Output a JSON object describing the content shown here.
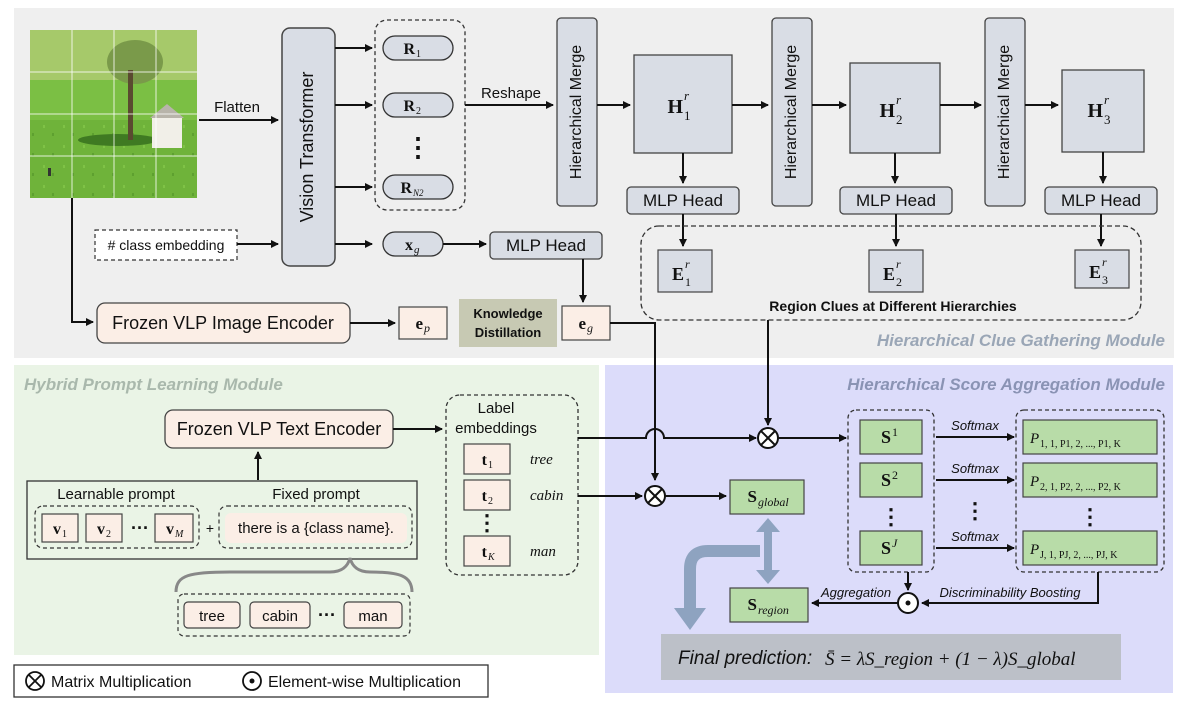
{
  "modules": {
    "hcg": "Hierarchical Clue Gathering Module",
    "hpl": "Hybrid Prompt Learning Module",
    "hsa": "Hierarchical Score Aggregation Module"
  },
  "colors": {
    "hcg_bg": "#efefef",
    "hpl_bg": "#eaf4e6",
    "hsa_bg": "#dcdcfa",
    "hcg_title": "#9aa6b6",
    "hpl_title": "#a9b8ac",
    "hsa_title": "#8a93b4",
    "gray_box": "#d9dde5",
    "peach_box": "#fbeee6",
    "green_box": "#b8dca8",
    "kd_box": "#c7c9b3",
    "final_box": "#bcc0c8",
    "arrow_blue": "#8ea3c0"
  },
  "labels": {
    "flatten": "Flatten",
    "reshape": "Reshape",
    "vision_transformer": "Vision Transformer",
    "hier_merge": "Hierarchical Merge",
    "mlp_head": "MLP Head",
    "class_embedding": "# class embedding",
    "frozen_image_encoder": "Frozen VLP Image Encoder",
    "kd_line1": "Knowledge",
    "kd_line2": "Distillation",
    "region_clues": "Region Clues at Different Hierarchies",
    "frozen_text_encoder": "Frozen VLP Text Encoder",
    "label_emb_1": "Label",
    "label_emb_2": "embeddings",
    "learnable_prompt": "Learnable prompt",
    "fixed_prompt": "Fixed prompt",
    "fixed_prompt_text": "there is a {class name}.",
    "plus": "+",
    "softmax": "Softmax",
    "aggregation": "Aggregation",
    "disc_boost": "Discriminability Boosting",
    "final_prediction": "Final prediction:",
    "legend_matmul": "Matrix Multiplication",
    "legend_elem": "Element-wise Multiplication",
    "ellipsis_h": "···",
    "ellipsis_v": "⋮"
  },
  "classes": [
    "tree",
    "cabin",
    "man"
  ],
  "math": {
    "R1": "R",
    "R1s": "1",
    "R2": "R",
    "R2s": "2",
    "RN": "R",
    "RNs": "N2",
    "xg": "x",
    "xgs": "g",
    "ep": "e",
    "eps": "p",
    "eg": "e",
    "egs": "g",
    "H": "H",
    "Hsup": "r",
    "H1": "1",
    "H2": "2",
    "H3": "3",
    "E": "E",
    "Esup": "r",
    "E1": "1",
    "E2": "2",
    "E3": "3",
    "v": "v",
    "v1": "1",
    "v2": "2",
    "vM": "M",
    "t": "t",
    "t1": "1",
    "t2": "2",
    "tK": "K",
    "S": "S",
    "S1": "1",
    "S2": "2",
    "SJ": "J",
    "Sglobal": "global",
    "Sregion": "region",
    "P1": "P",
    "P1sub": "1, 1,  P1, 2,  ...,  P1, K",
    "P2sub": "2, 1,  P2, 2,  ...,  P2, K",
    "PJsub": "J, 1,  PJ, 2,  ...,  PJ, K",
    "formula": "S̄ = λS_region + (1 − λ)S_global"
  }
}
